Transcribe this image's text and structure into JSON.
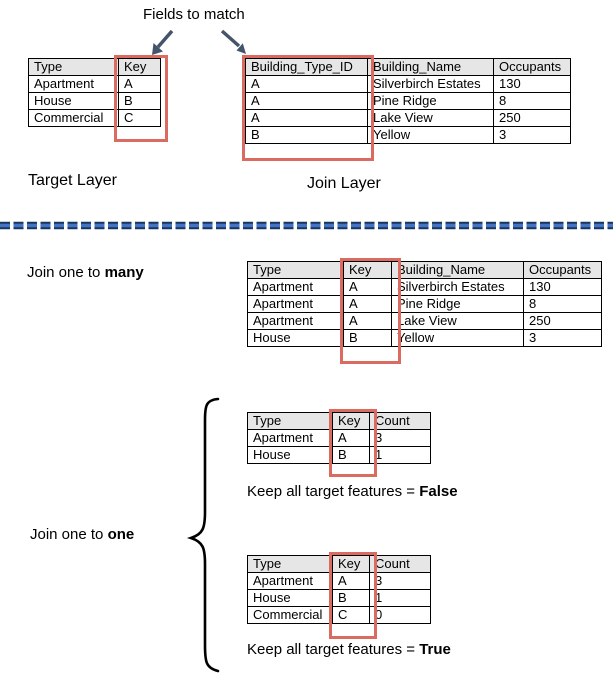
{
  "title": "Fields to match",
  "colors": {
    "highlight_red": "#db6b60",
    "header_gray": "#e7e6e6",
    "arrow_navy": "#44546a",
    "dash_dark_blue": "#17365d",
    "dash_light_blue": "#4472c4",
    "brace_black": "#000000"
  },
  "target_layer": {
    "caption": "Target Layer",
    "table": {
      "headers": [
        "Type",
        "Key"
      ],
      "rows": [
        [
          "Apartment",
          "A"
        ],
        [
          "House",
          "B"
        ],
        [
          "Commercial",
          "C"
        ]
      ]
    }
  },
  "join_layer": {
    "caption": "Join Layer",
    "table": {
      "headers": [
        "Building_Type_ID",
        "Building_Name",
        "Occupants"
      ],
      "rows": [
        [
          "A",
          "Silverbirch Estates",
          "130"
        ],
        [
          "A",
          "Pine Ridge",
          "8"
        ],
        [
          "A",
          "Lake View",
          "250"
        ],
        [
          "B",
          "Yellow",
          "3"
        ]
      ]
    }
  },
  "one_to_many": {
    "label_prefix": "Join one to ",
    "label_bold": "many",
    "table": {
      "headers": [
        "Type",
        "Key",
        "Building_Name",
        "Occupants"
      ],
      "rows": [
        [
          "Apartment",
          "A",
          "Silverbirch Estates",
          "130"
        ],
        [
          "Apartment",
          "A",
          "Pine Ridge",
          "8"
        ],
        [
          "Apartment",
          "A",
          "Lake View",
          "250"
        ],
        [
          "House",
          "B",
          "Yellow",
          "3"
        ]
      ]
    }
  },
  "one_to_one": {
    "label_prefix": "Join one to ",
    "label_bold": "one",
    "false_case": {
      "caption_prefix": "Keep all target features = ",
      "caption_bold": "False",
      "table": {
        "headers": [
          "Type",
          "Key",
          "Count"
        ],
        "rows": [
          [
            "Apartment",
            "A",
            "3"
          ],
          [
            "House",
            "B",
            "1"
          ]
        ]
      }
    },
    "true_case": {
      "caption_prefix": "Keep all target features = ",
      "caption_bold": "True",
      "table": {
        "headers": [
          "Type",
          "Key",
          "Count"
        ],
        "rows": [
          [
            "Apartment",
            "A",
            "3"
          ],
          [
            "House",
            "B",
            "1"
          ],
          [
            "Commercial",
            "C",
            "0"
          ]
        ]
      }
    }
  }
}
